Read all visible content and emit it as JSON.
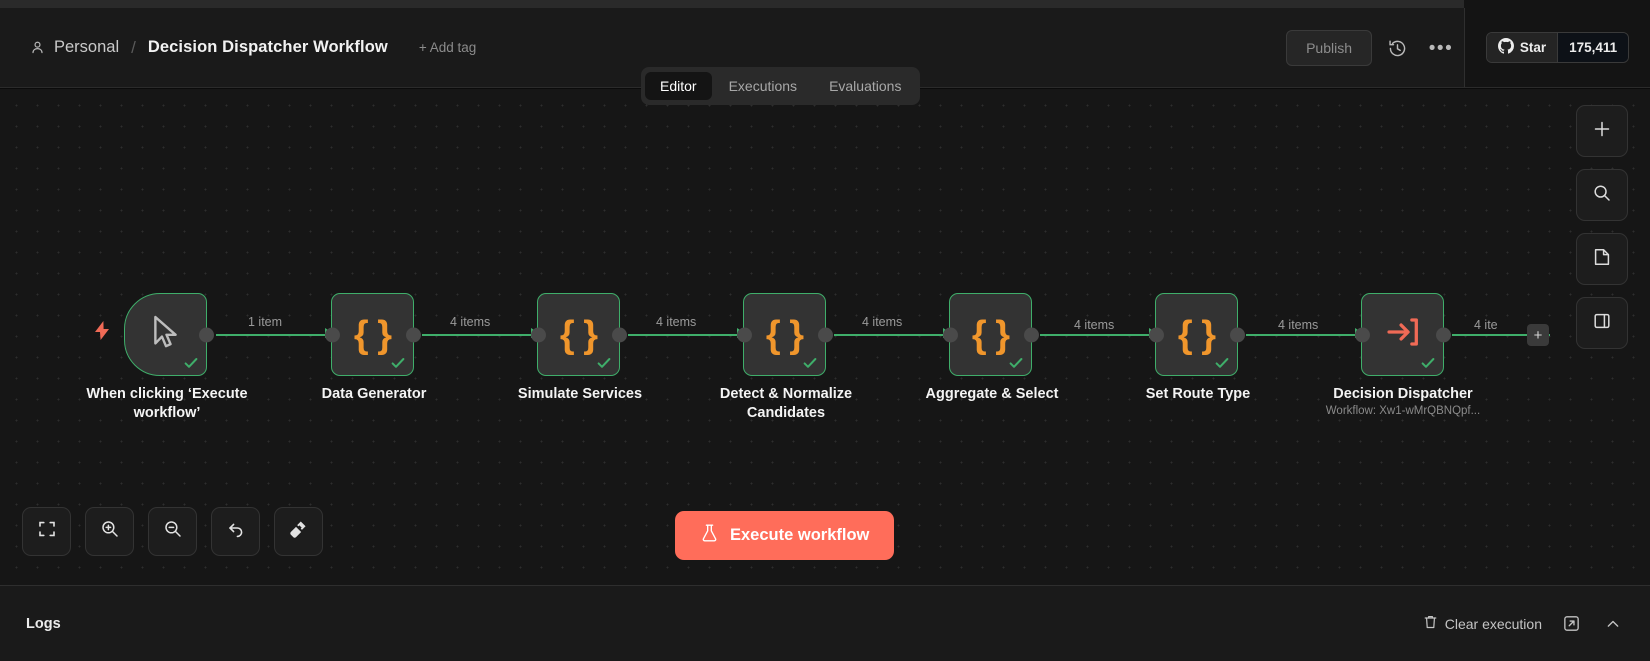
{
  "header": {
    "project": "Personal",
    "separator": "/",
    "workflow_title": "Decision Dispatcher Workflow",
    "add_tag": "+ Add tag",
    "publish_label": "Publish",
    "history_icon": "history-icon",
    "more_icon": "more-options-icon",
    "person_icon": "person-icon"
  },
  "star_badge": {
    "label": "Star",
    "count": "175,411",
    "icon": "github-icon"
  },
  "tabs": [
    {
      "label": "Editor",
      "active": true
    },
    {
      "label": "Executions",
      "active": false
    },
    {
      "label": "Evaluations",
      "active": false
    }
  ],
  "nodes": [
    {
      "name": "When clicking ‘Execute workflow’",
      "sub": "",
      "icon": "cursor-icon",
      "type": "trigger"
    },
    {
      "name": "Data Generator",
      "sub": "",
      "icon": "code-braces-icon",
      "type": "code"
    },
    {
      "name": "Simulate Services",
      "sub": "",
      "icon": "code-braces-icon",
      "type": "code"
    },
    {
      "name": "Detect & Normalize Candidates",
      "sub": "",
      "icon": "code-braces-icon",
      "type": "code"
    },
    {
      "name": "Aggregate & Select",
      "sub": "",
      "icon": "code-braces-icon",
      "type": "code"
    },
    {
      "name": "Set Route Type",
      "sub": "",
      "icon": "code-braces-icon",
      "type": "code"
    },
    {
      "name": "Decision Dispatcher",
      "sub": "Workflow: Xw1-wMrQBNQpf...",
      "icon": "execute-workflow-icon",
      "type": "subworkflow"
    }
  ],
  "connections": [
    {
      "label": "1 item"
    },
    {
      "label": "4 items"
    },
    {
      "label": "4 items"
    },
    {
      "label": "4 items"
    },
    {
      "label": "4 items"
    },
    {
      "label": "4 items"
    },
    {
      "label": "4 ite"
    }
  ],
  "right_rail": [
    {
      "icon": "plus-icon",
      "name": "add-node-button"
    },
    {
      "icon": "search-icon",
      "name": "search-nodes-button"
    },
    {
      "icon": "sticky-note-icon",
      "name": "add-sticky-note-button"
    },
    {
      "icon": "panel-toggle-icon",
      "name": "toggle-panel-button"
    }
  ],
  "bottom_left_rail": [
    {
      "icon": "zoom-to-fit-icon",
      "name": "zoom-to-fit-button"
    },
    {
      "icon": "zoom-in-icon",
      "name": "zoom-in-button"
    },
    {
      "icon": "zoom-out-icon",
      "name": "zoom-out-button"
    },
    {
      "icon": "reset-zoom-icon",
      "name": "reset-zoom-button"
    },
    {
      "icon": "tidy-up-icon",
      "name": "tidy-up-button"
    }
  ],
  "execute": {
    "label": "Execute workflow",
    "icon": "flask-icon",
    "color": "#ff6d5a"
  },
  "logs": {
    "title": "Logs",
    "clear_execution": "Clear execution",
    "popout_icon": "popout-icon",
    "chevron_icon": "chevron-up-icon"
  },
  "colors": {
    "accent": "#ff6d5a",
    "node_border_success": "#3fae6a",
    "code_icon": "#f0962c",
    "canvas_bg": "#161616"
  }
}
